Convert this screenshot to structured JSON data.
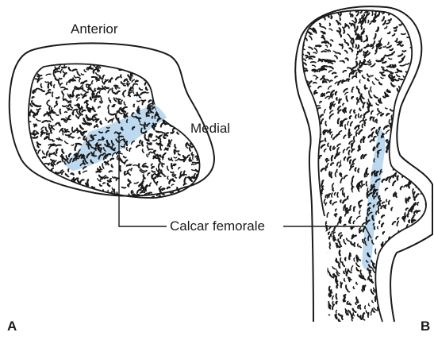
{
  "labels": {
    "anterior": "Anterior",
    "medial": "Medial",
    "calcar": "Calcar femorale"
  },
  "panels": {
    "a": "A",
    "b": "B"
  },
  "colors": {
    "outline": "#1a1a1a",
    "trabecula": "#1a1a1a",
    "calcar_fill": "#bcd9ef",
    "background": "#ffffff"
  }
}
